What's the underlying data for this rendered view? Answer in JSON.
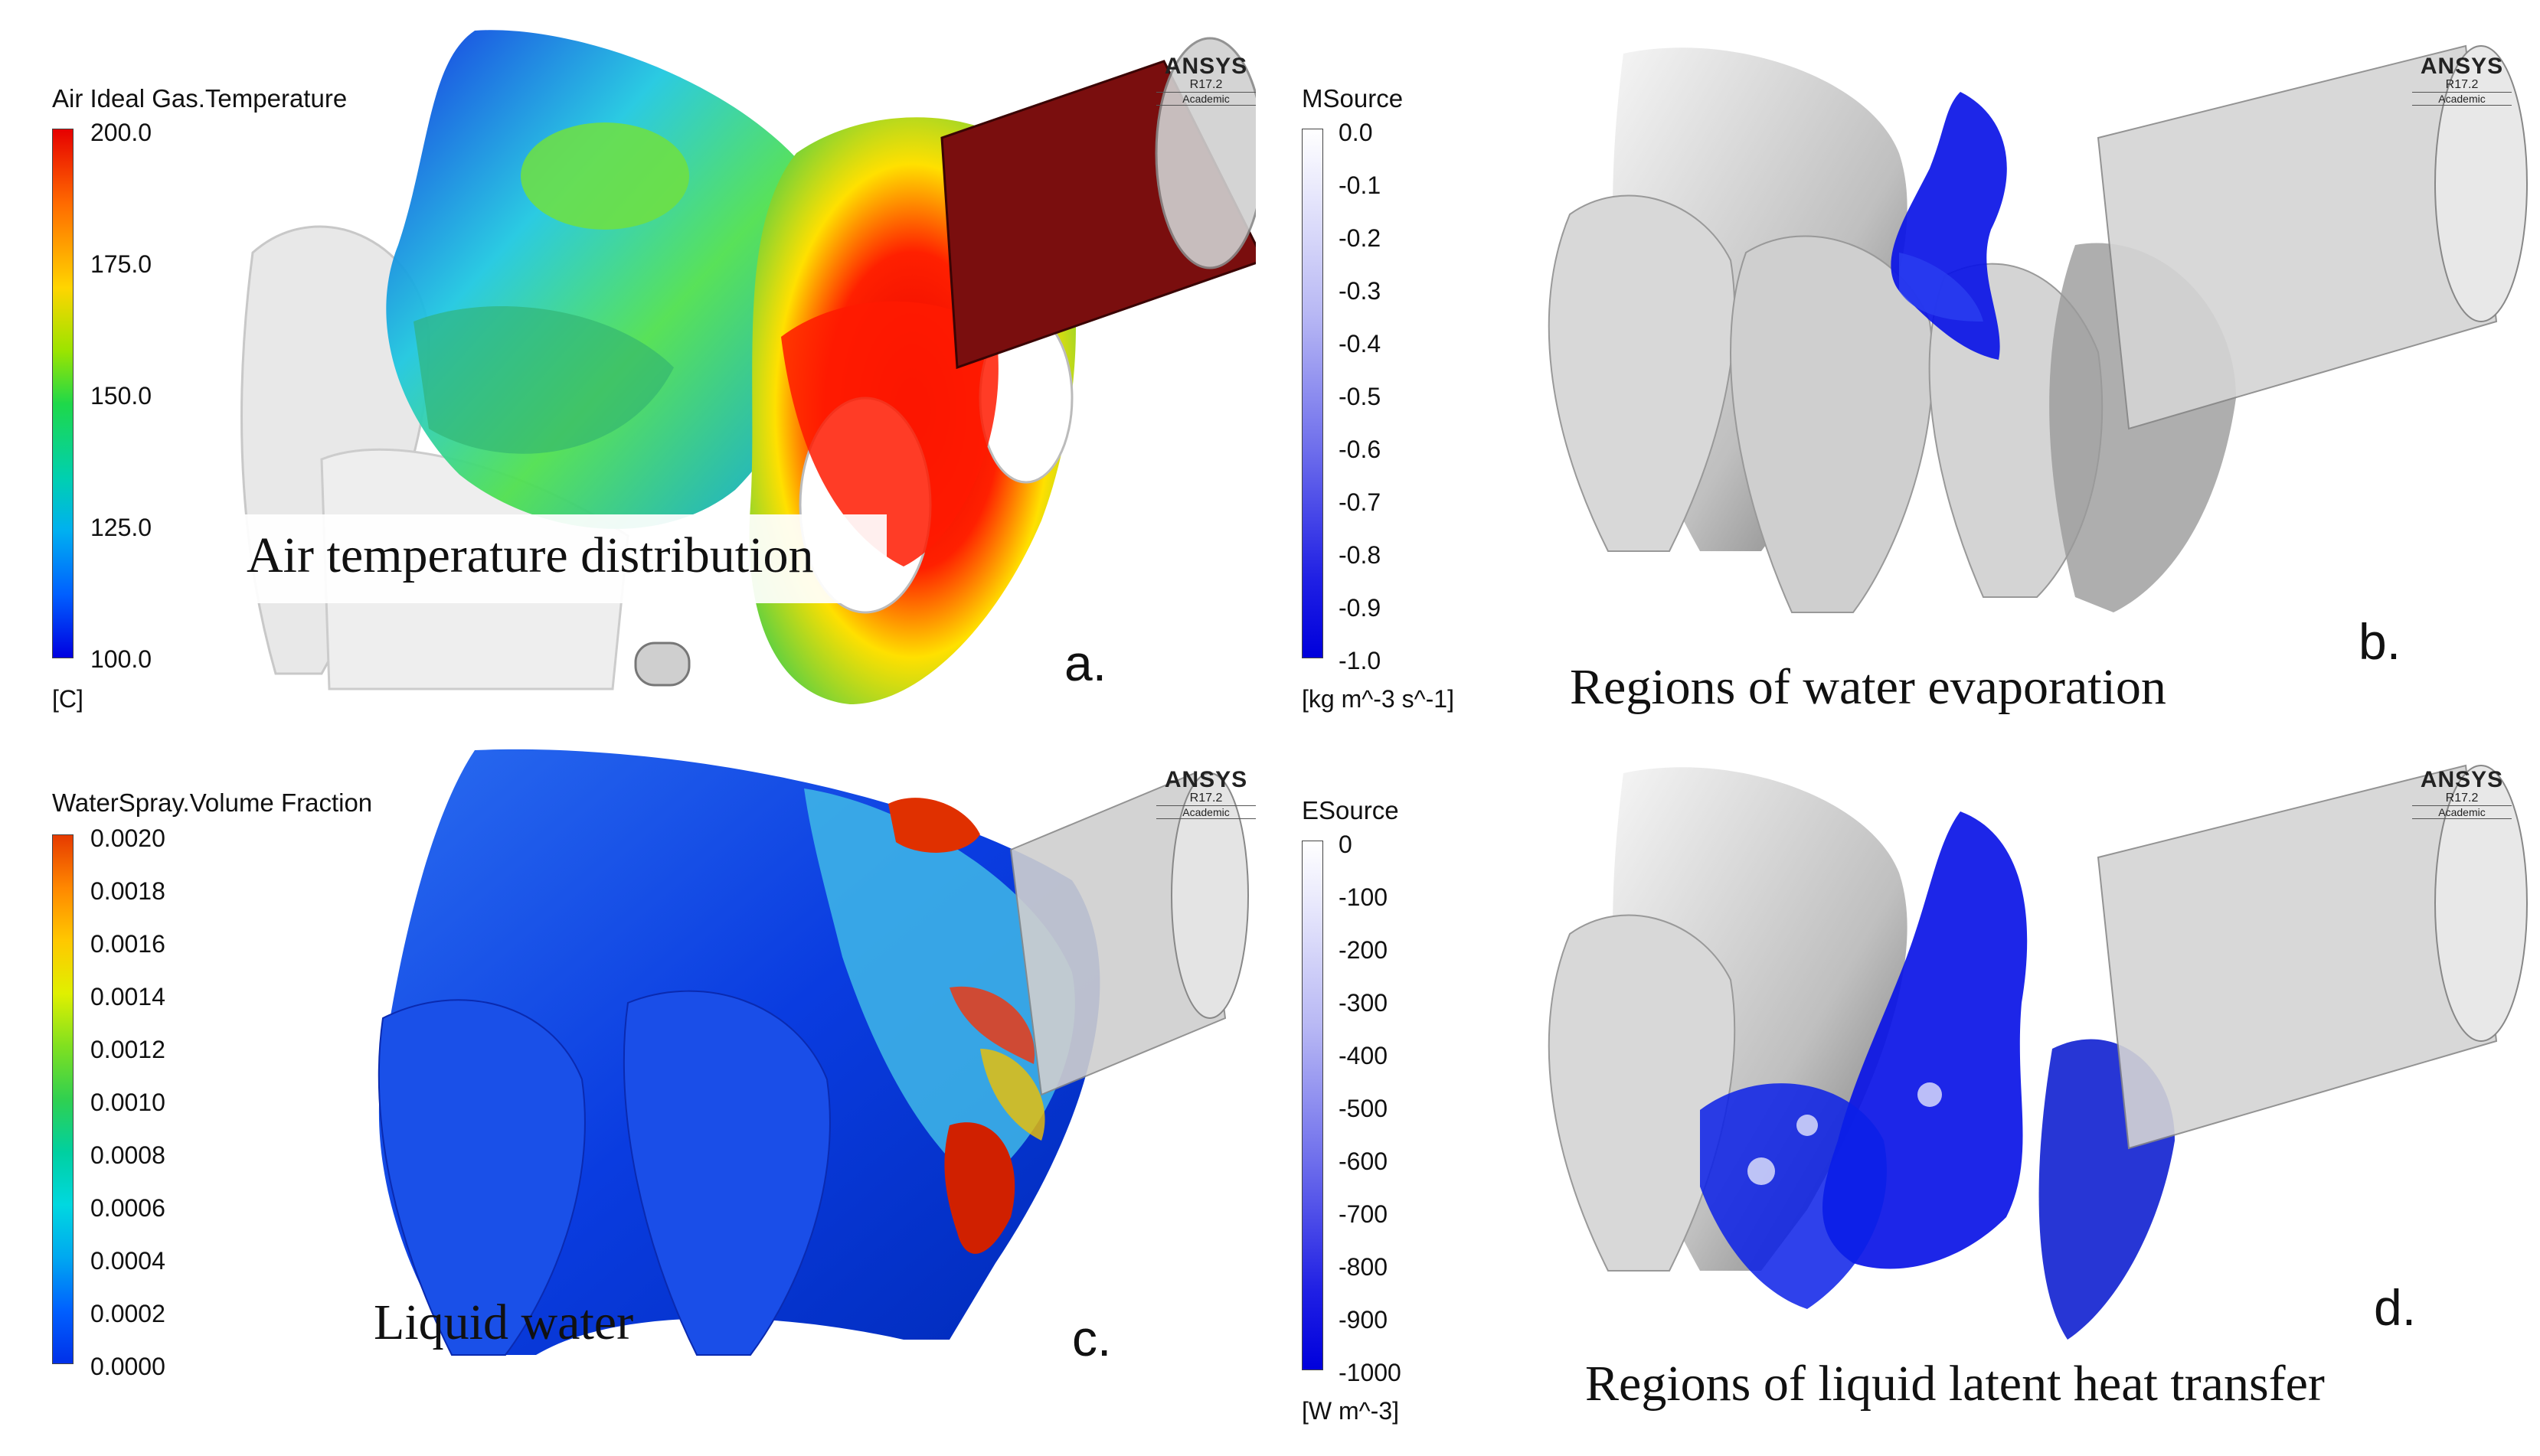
{
  "panel_a": {
    "legend_title": "Air Ideal Gas.Temperature",
    "ticks": [
      "200.0",
      "175.0",
      "150.0",
      "125.0",
      "100.0"
    ],
    "unit": "[C]",
    "source_title": "MSource",
    "source_ticks": [
      "0.0",
      "-0.1",
      "-0.2",
      "-0.3",
      "-0.4",
      "-0.5",
      "-0.6",
      "-0.7",
      "-0.8",
      "-0.9",
      "-1.0"
    ],
    "source_unit": "[kg m^-3 s^-1]",
    "caption": "Air temperature distribution",
    "letter": "a.",
    "logo": {
      "brand": "ANSYS",
      "version": "R17.2",
      "edition": "Academic"
    }
  },
  "panel_b": {
    "caption": "Regions of water evaporation",
    "letter": "b.",
    "logo": {
      "brand": "ANSYS",
      "version": "R17.2",
      "edition": "Academic"
    }
  },
  "panel_c": {
    "legend_title": "WaterSpray.Volume Fraction",
    "ticks": [
      "0.0020",
      "0.0018",
      "0.0016",
      "0.0014",
      "0.0012",
      "0.0010",
      "0.0008",
      "0.0006",
      "0.0004",
      "0.0002",
      "0.0000"
    ],
    "source_title": "ESource",
    "source_ticks": [
      "0",
      "-100",
      "-200",
      "-300",
      "-400",
      "-500",
      "-600",
      "-700",
      "-800",
      "-900",
      "-1000"
    ],
    "source_unit": "[W m^-3]",
    "caption": "Liquid water",
    "letter": "c.",
    "logo": {
      "brand": "ANSYS",
      "version": "R17.2",
      "edition": "Academic"
    }
  },
  "panel_d": {
    "caption": "Regions of liquid latent heat transfer",
    "letter": "d.",
    "logo": {
      "brand": "ANSYS",
      "version": "R17.2",
      "edition": "Academic"
    }
  },
  "colors": {
    "hot": "#e60000",
    "cold": "#0000e0",
    "source_blue": "#0a14e6",
    "surface_grey": "#c8c8c8"
  }
}
